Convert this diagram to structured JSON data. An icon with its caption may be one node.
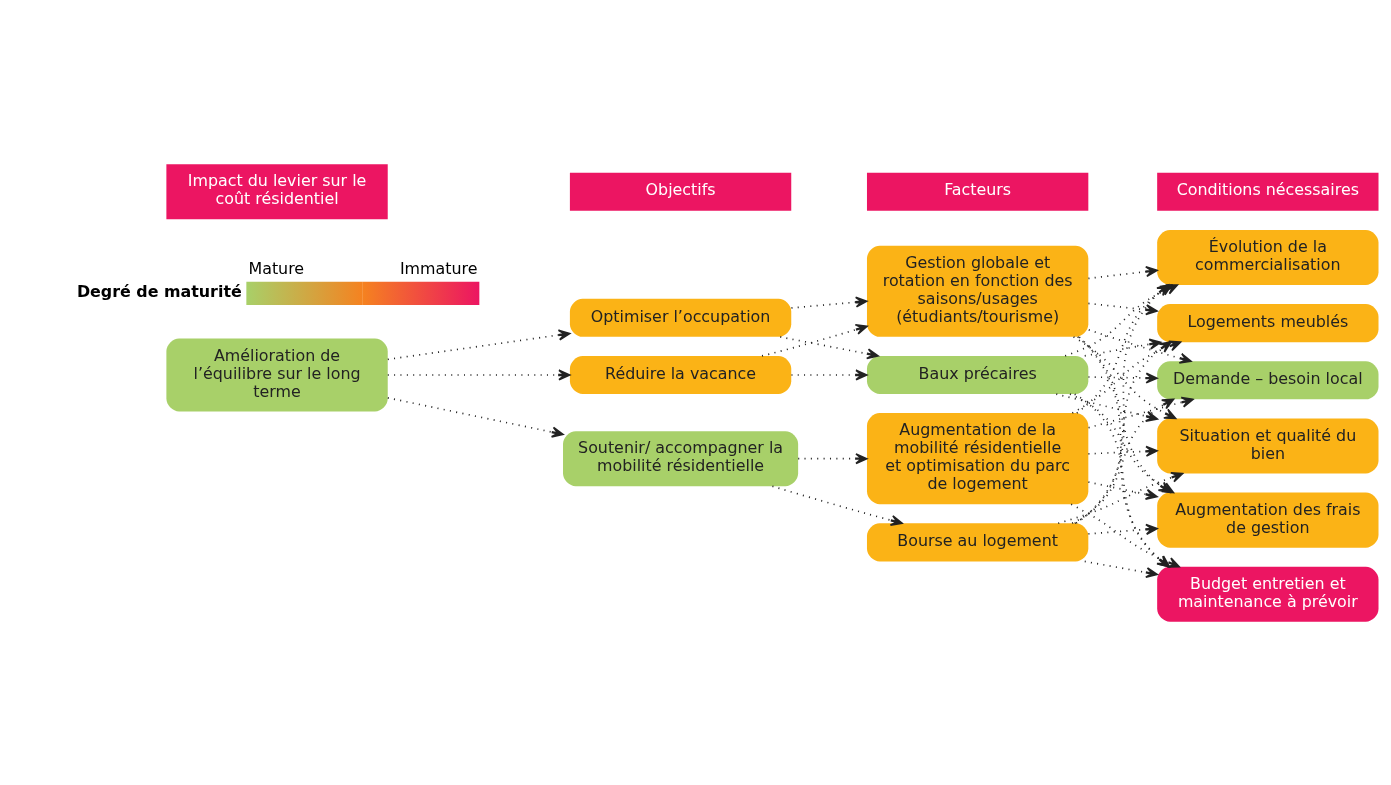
{
  "diagram": {
    "nodes": [
      {
        "text": [
          "Impact du levier sur le coût résidentiel"
        ]
      },
      {
        "text": [
          "Objectifs"
        ]
      },
      {
        "text": [
          "Facteurs"
        ]
      },
      {
        "text": [
          "Conditions nécessaires"
        ]
      },
      {
        "text": [
          "Amélioration de l’équilibre sur le long terme"
        ]
      },
      {
        "text": [
          "Optimiser l’occupation"
        ]
      },
      {
        "text": [
          "Réduire la vacance"
        ]
      },
      {
        "text": [
          "Soutenir/ accompagner la mobilité résidentielle"
        ]
      },
      {
        "text": [
          "Baux précaires"
        ]
      },
      {
        "text": [
          "Gestion globale et rotation en fonction des saisons/usages (étudiants/tourisme)"
        ]
      },
      {
        "text": [
          "Bourse au logement"
        ]
      },
      {
        "text": [
          "Augmentation de la mobilité résidentielle et optimisation du parc de logement"
        ]
      },
      {
        "text": [
          "Évolution de la commercialisation"
        ]
      },
      {
        "text": [
          "Logements meublés"
        ]
      },
      {
        "text": [
          "Demande – besoin local"
        ]
      },
      {
        "text": [
          "Situation et qualité du bien"
        ]
      },
      {
        "text": [
          "Augmentation des frais de gestion"
        ]
      },
      {
        "text": [
          "Budget entretien et maintenance à prévoir"
        ]
      }
    ],
    "edges": [
      {
        "from": 4,
        "to": 5,
        "arrow": "to"
      },
      {
        "from": 4,
        "to": 6,
        "arrow": "to"
      },
      {
        "from": 4,
        "to": 7,
        "arrow": "to"
      },
      {
        "from": 5,
        "to": 8,
        "arrow": "to"
      },
      {
        "from": 5,
        "to": 9,
        "arrow": "to"
      },
      {
        "from": 6,
        "to": 8,
        "arrow": "to"
      },
      {
        "from": 6,
        "to": 9,
        "arrow": "to"
      },
      {
        "from": 7,
        "to": 10,
        "arrow": "to"
      },
      {
        "from": 7,
        "to": 11,
        "arrow": "to"
      },
      {
        "from": 8,
        "to": 12,
        "arrow": "to"
      },
      {
        "from": 8,
        "to": 13,
        "arrow": "to"
      },
      {
        "from": 8,
        "to": 14,
        "arrow": "to"
      },
      {
        "from": 8,
        "to": 15,
        "arrow": "to"
      },
      {
        "from": 8,
        "to": 16,
        "arrow": "to"
      },
      {
        "from": 8,
        "to": 17,
        "arrow": "to"
      },
      {
        "from": 9,
        "to": 12,
        "arrow": "to"
      },
      {
        "from": 9,
        "to": 13,
        "arrow": "to"
      },
      {
        "from": 9,
        "to": 14,
        "arrow": "to"
      },
      {
        "from": 9,
        "to": 15,
        "arrow": "to"
      },
      {
        "from": 9,
        "to": 16,
        "arrow": "to"
      },
      {
        "from": 9,
        "to": 17,
        "arrow": "to"
      },
      {
        "from": 10,
        "to": 12,
        "arrow": "to"
      },
      {
        "from": 10,
        "to": 13,
        "arrow": "to"
      },
      {
        "from": 10,
        "to": 14,
        "arrow": "to"
      },
      {
        "from": 10,
        "to": 15,
        "arrow": "to"
      },
      {
        "from": 10,
        "to": 16,
        "arrow": "to"
      },
      {
        "from": 10,
        "to": 17,
        "arrow": "to"
      },
      {
        "from": 11,
        "to": 12,
        "arrow": "to"
      },
      {
        "from": 11,
        "to": 13,
        "arrow": "to"
      },
      {
        "from": 11,
        "to": 14,
        "arrow": "to"
      },
      {
        "from": 11,
        "to": 15,
        "arrow": "to"
      },
      {
        "from": 11,
        "to": 16,
        "arrow": "to"
      },
      {
        "from": 11,
        "to": 17,
        "arrow": "to"
      }
    ],
    "labels": [
      "Degré de maturité",
      "Mature",
      "Immature"
    ]
  }
}
